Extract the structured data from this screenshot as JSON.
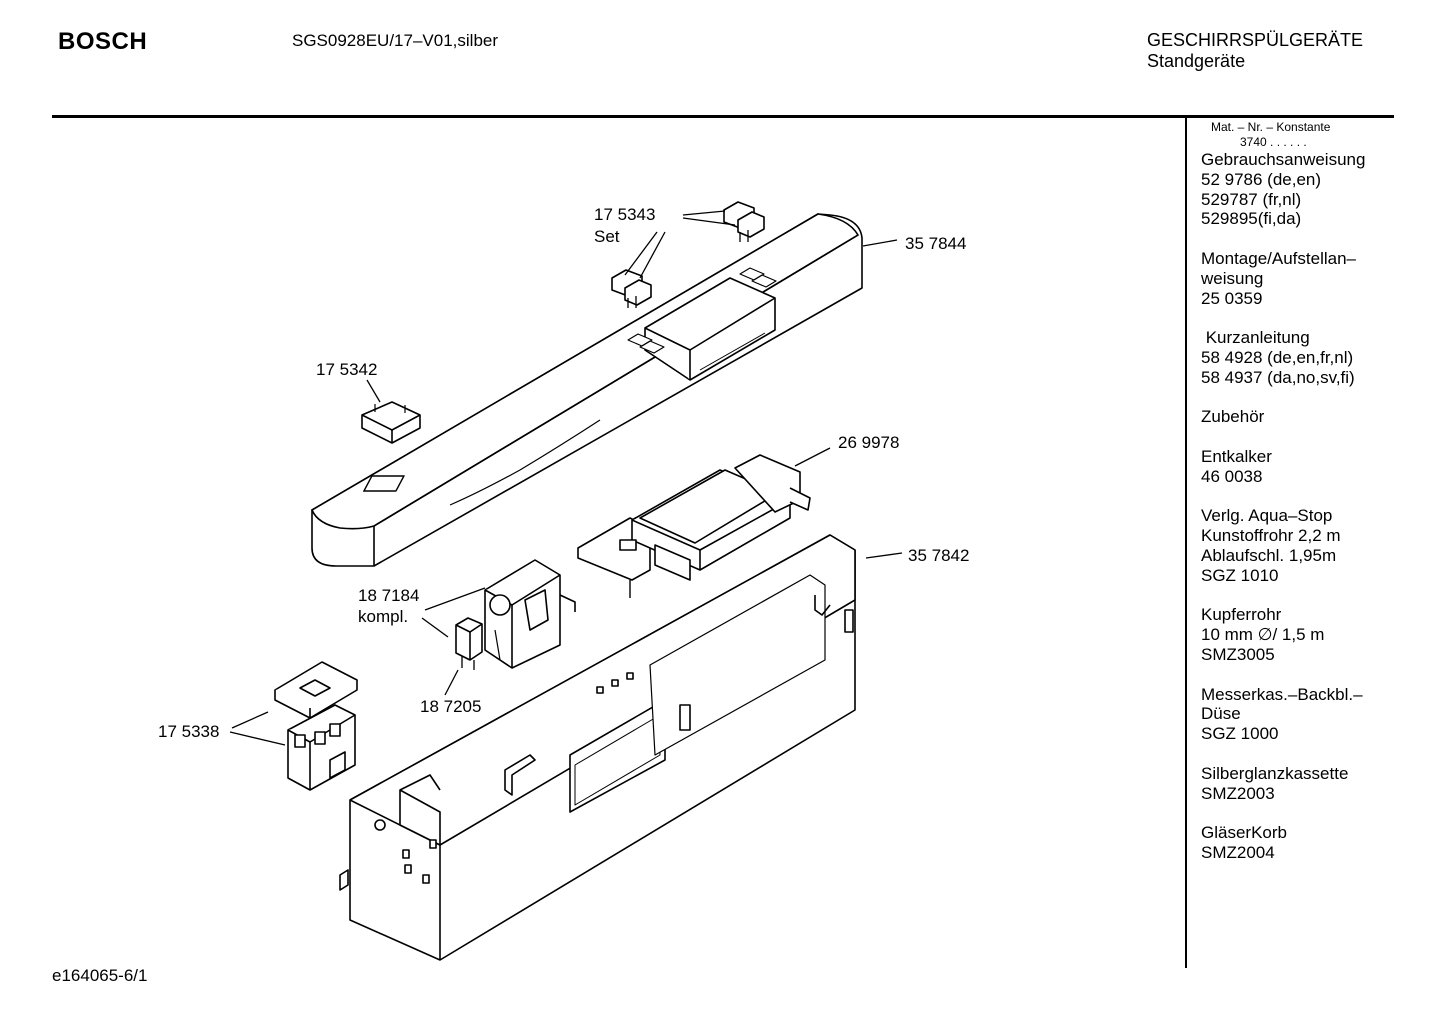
{
  "header": {
    "brand": "BOSCH",
    "model": "SGS0928EU/17–V01,silber",
    "category": "GESCHIRRSPÜLGERÄTE",
    "subcategory": "Standgeräte"
  },
  "sidebar": {
    "mat_no_label": "Mat. – Nr. – Konstante",
    "mat_no_constant": "3740 .  .  .  .  .  .",
    "groups": [
      {
        "lines": [
          "Gebrauchsanweisung",
          "52 9786 (de,en)",
          "529787 (fr,nl)",
          "529895(fi,da)"
        ]
      },
      {
        "lines": [
          "Montage/Aufstellan–",
          "weisung",
          "25 0359"
        ]
      },
      {
        "lines": [
          " Kurzanleitung",
          "58 4928 (de,en,fr,nl)",
          "58 4937 (da,no,sv,fi)"
        ]
      },
      {
        "lines": [
          "Zubehör"
        ]
      },
      {
        "lines": [
          "Entkalker",
          "46 0038"
        ]
      },
      {
        "lines": [
          "Verlg. Aqua–Stop",
          "Kunstoffrohr 2,2 m",
          "Ablaufschl. 1,95m",
          "SGZ 1010"
        ]
      },
      {
        "lines": [
          "Kupferrohr",
          "10 mm ∅/ 1,5 m",
          "SMZ3005"
        ]
      },
      {
        "lines": [
          "Messerkas.–Backbl.–",
          "Düse",
          "SGZ 1000"
        ]
      },
      {
        "lines": [
          "Silberglanzkassette",
          "SMZ2003"
        ]
      },
      {
        "lines": [
          "GläserKorb",
          "SMZ2004"
        ]
      }
    ]
  },
  "parts": {
    "p175343": "17 5343",
    "p175343_note": "Set",
    "p357844": "35 7844",
    "p175342": "17 5342",
    "p269978": "26 9978",
    "p357842": "35 7842",
    "p187184": "18 7184",
    "p187184_note": "kompl.",
    "p187205": "18 7205",
    "p175338": "17 5338"
  },
  "footer": {
    "drawing_id": "e164065-6/1"
  }
}
